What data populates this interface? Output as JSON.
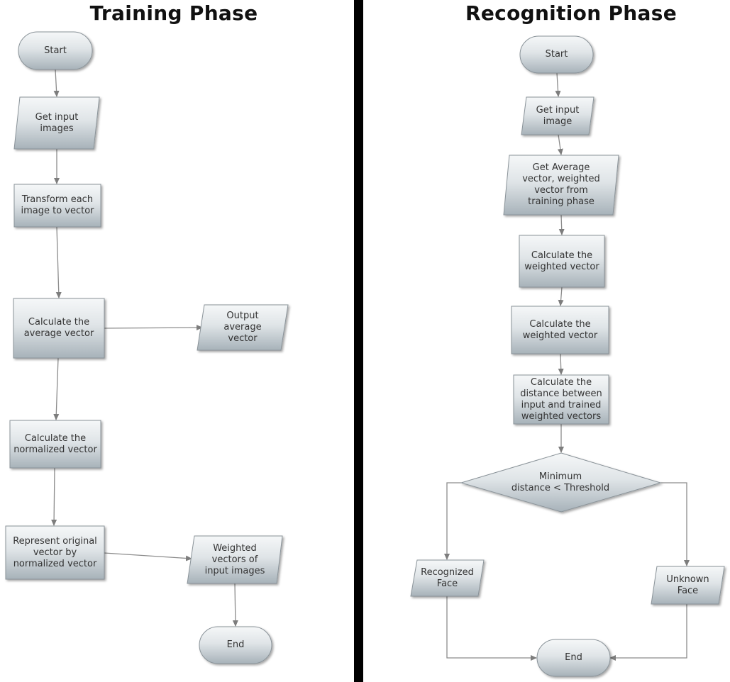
{
  "training": {
    "title": "Training Phase",
    "nodes": {
      "start": "Start",
      "get_input": "Get input\nimages",
      "transform": "Transform each\nimage to vector",
      "calc_average": "Calculate the\naverage vector",
      "output_average": "Output\naverage\nvector",
      "calc_normalized": "Calculate the\nnormalized vector",
      "represent": "Represent original\nvector by\nnormalized vector",
      "weighted_vectors": "Weighted\nvectors of\ninput images",
      "end": "End"
    }
  },
  "recognition": {
    "title": "Recognition Phase",
    "nodes": {
      "start": "Start",
      "get_input": "Get input\nimage",
      "get_average": "Get Average\nvector, weighted\nvector from\ntraining phase",
      "calc_weighted_1": "Calculate the\nweighted vector",
      "calc_weighted_2": "Calculate the\nweighted vector",
      "calc_distance": "Calculate the\ndistance between\ninput and trained\nweighted vectors",
      "decision": "Minimum\ndistance < Threshold",
      "recognized": "Recognized\nFace",
      "unknown": "Unknown\nFace",
      "end": "End"
    }
  },
  "colors": {
    "shape_top": "#f4f6f7",
    "shape_bottom": "#a9b4bb",
    "stroke": "#8a9399",
    "connector": "#8c8c8c",
    "divider": "#000000"
  }
}
